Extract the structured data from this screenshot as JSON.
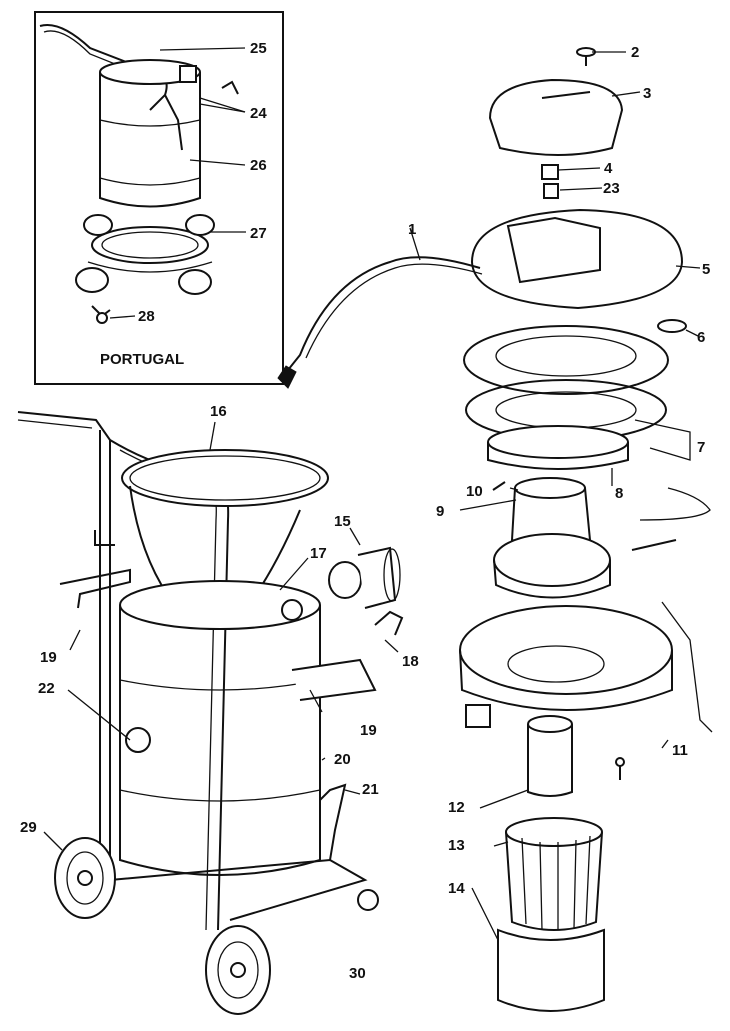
{
  "inset": {
    "title": "PORTUGAL"
  },
  "parts": {
    "p1": "1",
    "p2": "2",
    "p3": "3",
    "p4": "4",
    "p5": "5",
    "p6": "6",
    "p7": "7",
    "p8": "8",
    "p9": "9",
    "p10": "10",
    "p11": "11",
    "p12": "12",
    "p13": "13",
    "p14": "14",
    "p15": "15",
    "p16": "16",
    "p17": "17",
    "p18": "18",
    "p19a": "19",
    "p19b": "19",
    "p20": "20",
    "p21": "21",
    "p22": "22",
    "p23": "23",
    "p24": "24",
    "p25": "25",
    "p26": "26",
    "p27": "27",
    "p28": "28",
    "p29": "29",
    "p30": "30"
  }
}
